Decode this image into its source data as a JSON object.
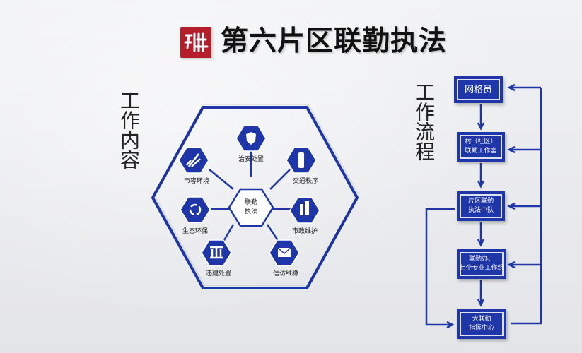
{
  "header": {
    "title": "第六片区联勤执法"
  },
  "left_heading": "工作内容",
  "right_heading": "工作流程",
  "hexagon": {
    "center": {
      "line1": "联勤",
      "line2": "执法"
    },
    "nodes": [
      {
        "label": "治安处置",
        "icon": "shield-icon"
      },
      {
        "label": "交通秩序",
        "icon": "traffic-light-icon"
      },
      {
        "label": "市政维护",
        "icon": "building-icon"
      },
      {
        "label": "信访维稳",
        "icon": "envelope-icon"
      },
      {
        "label": "违建处置",
        "icon": "hammer-icon"
      },
      {
        "label": "生态环保",
        "icon": "recycle-icon"
      },
      {
        "label": "市容环境",
        "icon": "broom-icon"
      }
    ]
  },
  "flow": {
    "steps": [
      {
        "line1": "网格员",
        "line2": ""
      },
      {
        "line1": "村（社区）",
        "line2": "联勤工作室"
      },
      {
        "line1": "片区联勤",
        "line2": "执法中队"
      },
      {
        "line1": "联勤办、",
        "line2": "七个专业工作组"
      },
      {
        "line1": "大联勤",
        "line2": "指挥中心"
      }
    ]
  },
  "colors": {
    "accent": "#1f36a8",
    "logo": "#b51d2a"
  }
}
